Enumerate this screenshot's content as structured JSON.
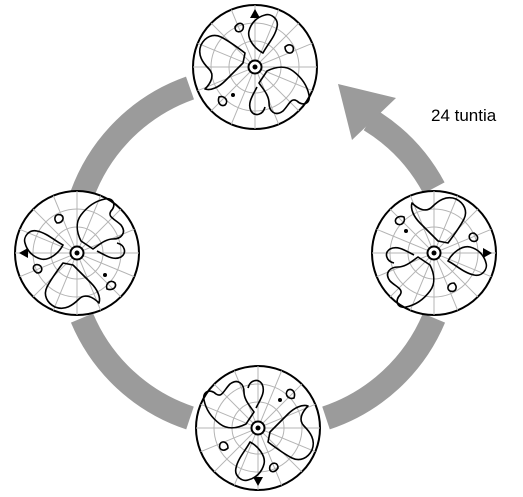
{
  "diagram": {
    "cycle_label": "24 tuntia",
    "arrow_color": "#9b9b9b",
    "globe_count": 4,
    "globes": [
      {
        "id": "top",
        "marker_direction": "up"
      },
      {
        "id": "right",
        "marker_direction": "right"
      },
      {
        "id": "bottom",
        "marker_direction": "down"
      },
      {
        "id": "left",
        "marker_direction": "left"
      }
    ]
  }
}
